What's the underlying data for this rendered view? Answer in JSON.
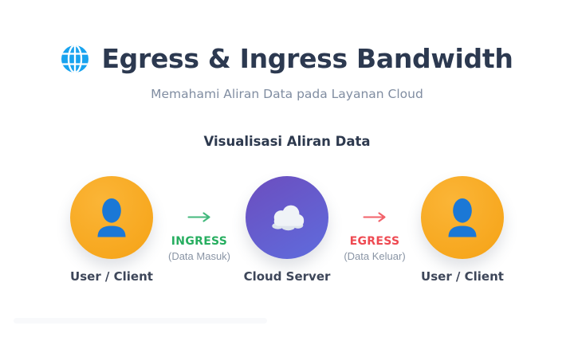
{
  "header": {
    "icon": "globe-icon",
    "title": "Egress & Ingress Bandwidth",
    "subtitle": "Memahami Aliran Data pada Layanan Cloud"
  },
  "section": {
    "heading": "Visualisasi Aliran Data"
  },
  "flow": {
    "nodes": [
      {
        "id": "user-client-left",
        "label": "User / Client",
        "icon": "user-icon",
        "circle_color": "#F7A81E",
        "icon_color": "#1B78D6"
      },
      {
        "id": "cloud-server",
        "label": "Cloud Server",
        "icon": "cloud-icon",
        "circle_gradient_start": "#6A52C3",
        "circle_gradient_end": "#6069DA",
        "icon_color": "#EFF3F7"
      },
      {
        "id": "user-client-right",
        "label": "User / Client",
        "icon": "user-icon",
        "circle_color": "#F7A81E",
        "icon_color": "#1B78D6"
      }
    ],
    "arrows": [
      {
        "label": "INGRESS",
        "sublabel": "(Data Masuk)",
        "color": "#27AE60",
        "arrow_color": "#44B97D",
        "direction": "right"
      },
      {
        "label": "EGRESS",
        "sublabel": "(Data Keluar)",
        "color": "#EE4A52",
        "arrow_color": "#F2626A",
        "direction": "right"
      }
    ]
  },
  "colors": {
    "background": "#FFFFFF",
    "title_text": "#2C3950",
    "subtitle_text": "#808DA1",
    "heading_text": "#2D394E",
    "node_label_text": "#3D4659",
    "sublabel_text": "#8A95A5",
    "globe_blue": "#18A3EF"
  }
}
